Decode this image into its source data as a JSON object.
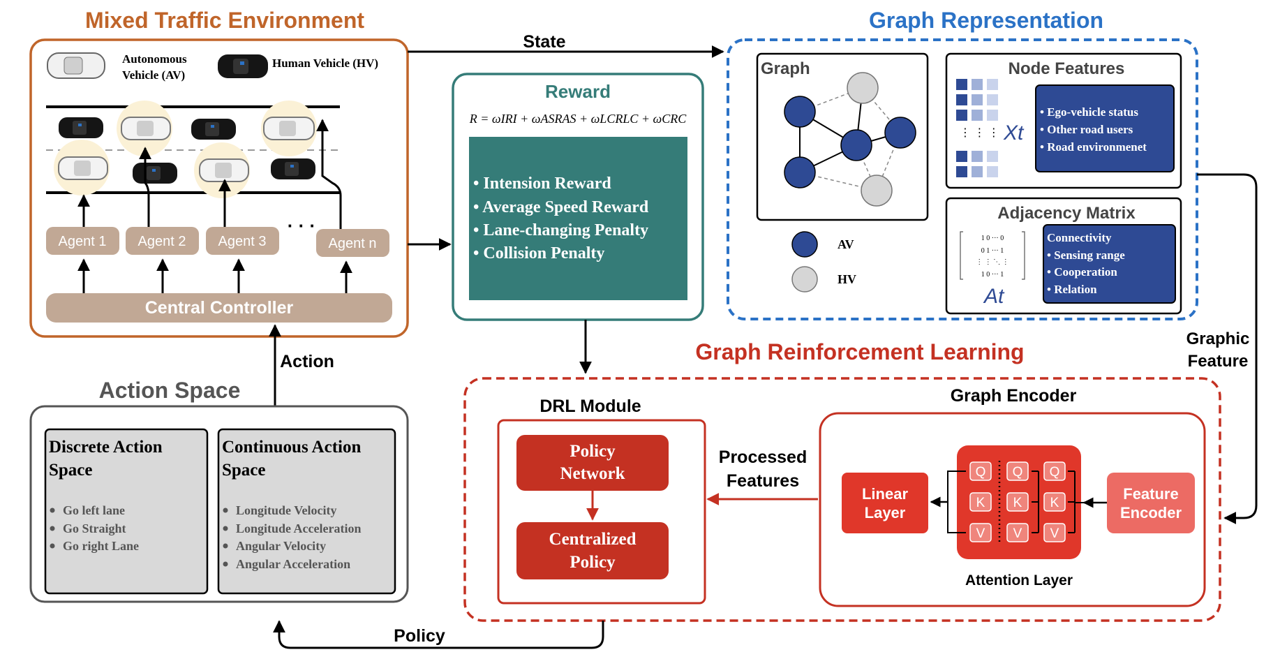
{
  "mixed": {
    "title": "Mixed Traffic Environment",
    "av_label_1": "Autonomous",
    "av_label_2": "Vehicle (AV)",
    "hv_label": "Human Vehicle (HV)",
    "agents": [
      "Agent 1",
      "Agent 2",
      "Agent 3",
      "Agent n"
    ],
    "dots": "· · ·",
    "controller": "Central Controller"
  },
  "labels": {
    "state": "State",
    "action": "Action",
    "policy": "Policy",
    "graphic_1": "Graphic",
    "graphic_2": "Feature",
    "processed_1": "Processed",
    "processed_2": "Features"
  },
  "reward": {
    "title": "Reward",
    "formula": "R = ωIRI + ωASRAS + ωLCRLC + ωCRC",
    "items": [
      "• Intension Reward",
      "• Average Speed Reward",
      "• Lane-changing Penalty",
      "• Collision Penalty"
    ]
  },
  "graph_rep": {
    "title": "Graph Representation",
    "graph_label": "Graph",
    "legend_av": "AV",
    "legend_hv": "HV",
    "node_features": {
      "title": "Node Features",
      "symbol": "Xt",
      "items": [
        "• Ego-vehicle status",
        "• Other road users",
        "• Road environmenet"
      ]
    },
    "adjacency": {
      "title": "Adjacency Matrix",
      "symbol": "At",
      "matrix_rows": [
        "1  0  ···  0",
        "0  1  ···  1",
        "⋮  ⋮  ⋱  ⋮",
        "1  0  ···  1"
      ],
      "items": [
        "Connectivity",
        "• Sensing range",
        "• Cooperation",
        "• Relation"
      ]
    }
  },
  "action_space": {
    "title": "Action Space",
    "discrete": {
      "title_1": "Discrete Action",
      "title_2": "Space",
      "items": [
        "Go left lane",
        "Go Straight",
        "Go right Lane"
      ]
    },
    "continuous": {
      "title_1": "Continuous Action",
      "title_2": "Space",
      "items": [
        "Longitude Velocity",
        "Longitude Acceleration",
        "Angular Velocity",
        "Angular Acceleration"
      ]
    }
  },
  "grl": {
    "title": "Graph Reinforcement Learning",
    "drl": {
      "title": "DRL Module",
      "policy_net_1": "Policy",
      "policy_net_2": "Network",
      "central_1": "Centralized",
      "central_2": "Policy"
    },
    "encoder": {
      "title": "Graph Encoder",
      "linear_1": "Linear",
      "linear_2": "Layer",
      "feature_1": "Feature",
      "feature_2": "Encoder",
      "attention": "Attention Layer",
      "q": "Q",
      "k": "K",
      "v": "V"
    }
  },
  "colors": {
    "orange": "#c0652a",
    "blue": "#2b72c6",
    "teal": "#357c78",
    "red": "#c43122",
    "navy": "#2e4a94",
    "tan": "#c1a895",
    "gray_panel": "#d9d9d9"
  }
}
